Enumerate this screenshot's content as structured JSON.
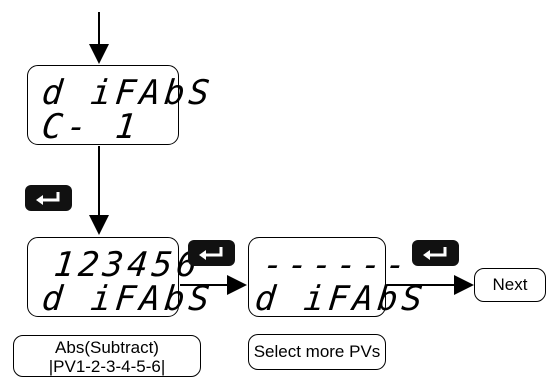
{
  "displays": [
    {
      "name": "display-top",
      "line1": "d iFAbS",
      "line2": "C- 1"
    },
    {
      "name": "display-left",
      "line1": "123456",
      "line2": "d iFAbS"
    },
    {
      "name": "display-middle",
      "line1": "------",
      "line2": "d iFAbS"
    }
  ],
  "labels": {
    "abs_line1": "Abs(Subtract)",
    "abs_line2": "|PV1-2-3-4-5-6|",
    "select_more": "Select more PVs",
    "next": "Next"
  },
  "icons": {
    "enter": "enter-key-icon"
  }
}
